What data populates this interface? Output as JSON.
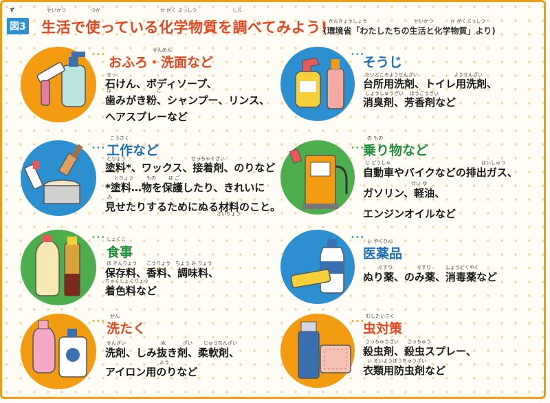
{
  "header": {
    "badge": "図3",
    "badge_ruby": "ず",
    "title": "生活で使っている化学物質を調べてみよう!",
    "title_ruby": [
      "せいかつ",
      "つか",
      "か がく ぶっしつ",
      "しら"
    ],
    "source": "(環境省「わたしたちの生活と化学物質」より)",
    "source_ruby": [
      "かんきょうしょう",
      "せいかつ",
      "か がくぶっしつ"
    ]
  },
  "items": [
    {
      "title": "おふろ・洗面など",
      "title_ruby": "せんめん",
      "lines": [
        "石けん、ボディソープ、",
        "歯みがき粉、シャンプー、リンス、",
        "ヘアスプレーなど"
      ],
      "rubies": [
        "せっ",
        "は",
        "こ"
      ],
      "color": "#f39c12"
    },
    {
      "title": "そうじ",
      "title_ruby": "",
      "lines": [
        "台所用洗剤、トイレ用洗剤、",
        "消臭剤、芳香剤など"
      ],
      "rubies": [
        "だいどころようせんざい",
        "ようせんざい",
        "しょうしゅうざい",
        "ほうこうざい"
      ],
      "color": "#2c8fcf"
    },
    {
      "title": "工作など",
      "title_ruby": "こうさく",
      "lines": [
        "塗料*、ワックス、接着剤、のりなど",
        "*塗料…物を保護したり、きれいに",
        "見せたりするためにぬる材料のこと。"
      ],
      "rubies": [
        "とりょう",
        "せっちゃくざい",
        "とりょう",
        "もの",
        "ほ ご",
        "み",
        "ざいりょう"
      ],
      "color": "#2c8fcf"
    },
    {
      "title": "乗り物など",
      "title_ruby": "の  もの",
      "lines": [
        "自動車やバイクなどの排出ガス、",
        "ガソリン、軽油、",
        "エンジンオイルなど"
      ],
      "rubies": [
        "じ どうしゃ",
        "はいしゅつ",
        "けい ゆ"
      ],
      "color": "#4cae4c"
    },
    {
      "title": "食事",
      "title_ruby": "しょくじ",
      "lines": [
        "保存料、香料、調味料、",
        "着色料など"
      ],
      "rubies": [
        "ほ ぞんりょう",
        "こうりょう",
        "ちょう み りょう",
        "ちゃくしょくりょう"
      ],
      "color": "#4cae4c"
    },
    {
      "title": "医薬品",
      "title_ruby": "い やくひん",
      "lines": [
        "ぬり薬、のみ薬、消毒薬など"
      ],
      "rubies": [
        "ぐすり",
        "ぐすり",
        "しょうどくやく"
      ],
      "color": "#2c8fcf"
    },
    {
      "title": "洗たく",
      "title_ruby": "せん",
      "lines": [
        "洗剤、しみ抜き剤、柔軟剤、",
        "アイロン用のりなど"
      ],
      "rubies": [
        "せんざい",
        "ぬ",
        "ざい",
        "じゅうなんざい",
        "よう"
      ],
      "color": "#f39c12"
    },
    {
      "title": "虫対策",
      "title_ruby": "むしたいさく",
      "lines": [
        "殺虫剤、殺虫スプレー、",
        "衣類用防虫剤など"
      ],
      "rubies": [
        "さっちゅうざい",
        "さっちゅう",
        "い るいようぼうちゅうざい"
      ],
      "color": "#f39c12"
    }
  ]
}
